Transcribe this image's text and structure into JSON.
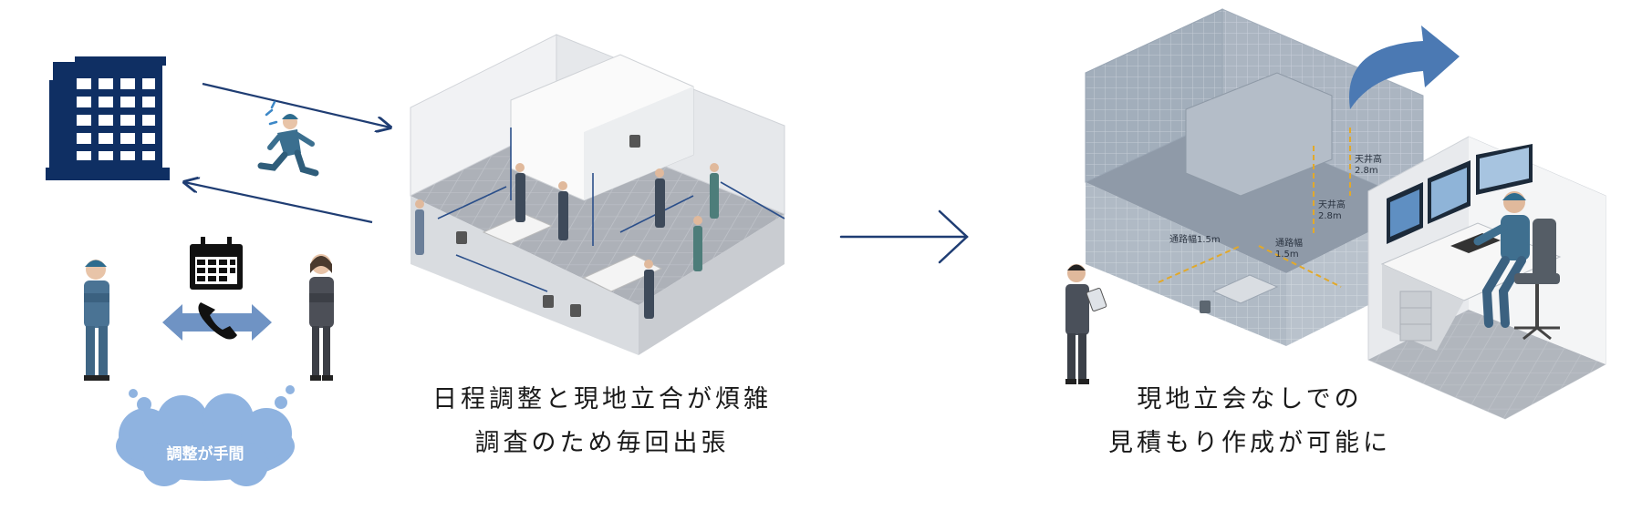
{
  "left_caption": {
    "line1": "日程調整と現地立合が煩雑",
    "line2": "調査のため毎回出張"
  },
  "right_caption": {
    "line1": "現地立会なしでの",
    "line2": "見積もり作成が可能に"
  },
  "cloud_text": "調整が手間",
  "room_labels": {
    "ceiling_a": "天井高",
    "ceiling_a_val": "2.8m",
    "ceiling_b": "天井高",
    "ceiling_b_val": "2.8m",
    "width_a": "通路幅1.5m",
    "width_b": "通路幅",
    "width_b_val": "1.5m"
  },
  "colors": {
    "navy": "#0f2f63",
    "steel": "#6f93c4",
    "cloud": "#8fb3e0",
    "dim": "#e2a92a"
  }
}
